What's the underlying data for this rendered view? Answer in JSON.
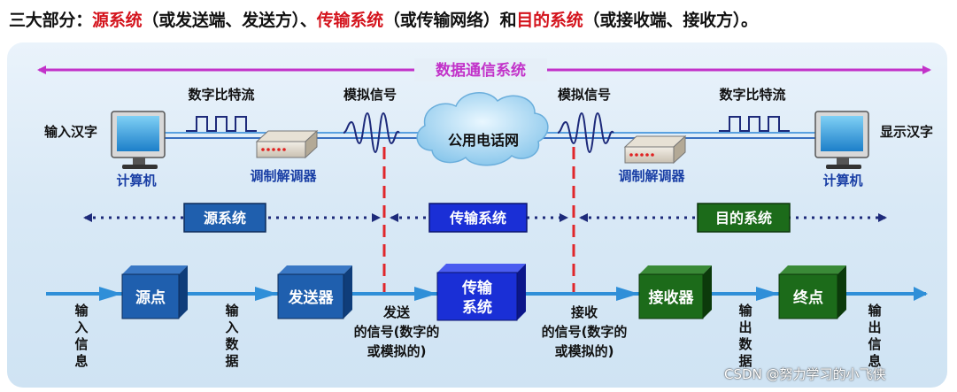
{
  "title": {
    "prefix": "三大部分：",
    "source_system": "源系统",
    "source_note": "（或发送端、发送方）、",
    "transmission_system": "传输系统",
    "transmission_note": "（或传输网络）和",
    "destination_system": "目的系统",
    "destination_note": "（或接收端、接收方）。"
  },
  "top": {
    "span_label": "数据通信系统",
    "input_label": "输入汉字",
    "output_label": "显示汉字",
    "computer_label": "计算机",
    "modem_label": "调制解调器",
    "digital_stream": "数字比特流",
    "analog_signal": "模拟信号",
    "network_label": "公用电话网"
  },
  "systems": {
    "source": "源系统",
    "transmission": "传输系统",
    "destination": "目的系统"
  },
  "flow": {
    "blocks": {
      "source_point": "源点",
      "transmitter": "发送器",
      "transmission_line1": "传输",
      "transmission_line2": "系统",
      "receiver": "接收器",
      "end_point": "终点"
    },
    "labels": {
      "input_info": "输\n入\n信\n息",
      "input_data": "输\n入\n数\n据",
      "sent_signal_1": "发送",
      "sent_signal_2": "的信号(数字的",
      "sent_signal_3": "或模拟的)",
      "recv_signal_1": "接收",
      "recv_signal_2": "的信号(数字的",
      "recv_signal_3": "或模拟的)",
      "output_data": "输\n出\n数\n据",
      "output_info": "输\n出\n信\n息"
    }
  },
  "watermark": "CSDN @努力学习的小飞侠",
  "colors": {
    "title_red": "#d4141d",
    "span_purple": "#c232c9",
    "source_blue": "#1f5fae",
    "transmission_blue": "#1a2fd6",
    "destination_green": "#1c6b1a",
    "flow_arrow": "#2f8fd8",
    "divider_red": "#e0262b",
    "label_blue": "#1a3fa5"
  }
}
